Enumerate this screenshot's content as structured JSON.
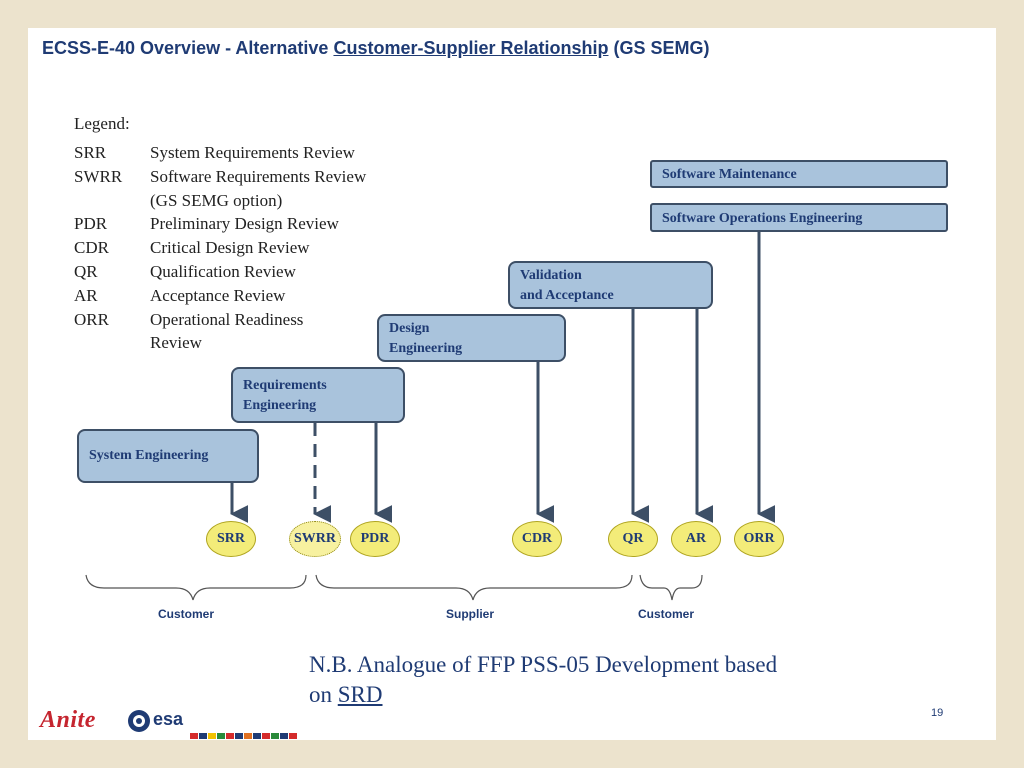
{
  "title": {
    "prefix": "ECSS-E-40 Overview - Alternative ",
    "underlined": "Customer-Supplier Relationship",
    "suffix": " (GS SEMG)"
  },
  "legend": {
    "heading": "Legend:",
    "rows": [
      {
        "abbr": "SRR",
        "text": "System Requirements Review"
      },
      {
        "abbr": "SWRR",
        "text": "Software Requirements Review"
      },
      {
        "abbr": "",
        "text": "(GS SEMG option)"
      },
      {
        "abbr": "PDR",
        "text": "Preliminary Design Review"
      },
      {
        "abbr": "CDR",
        "text": "Critical Design Review"
      },
      {
        "abbr": "QR",
        "text": "Qualification Review"
      },
      {
        "abbr": "AR",
        "text": "Acceptance Review"
      },
      {
        "abbr": "ORR",
        "text": "Operational Readiness"
      },
      {
        "abbr": "",
        "text": "Review"
      }
    ]
  },
  "processes": {
    "maintenance": "Software Maintenance",
    "operations": "Software Operations Engineering",
    "validation": [
      "Validation",
      "and Acceptance"
    ],
    "design": [
      "Design",
      "Engineering"
    ],
    "requirements": [
      "Requirements",
      "Engineering"
    ],
    "system": "System Engineering"
  },
  "reviews": {
    "srr": "SRR",
    "swrr": "SWRR",
    "pdr": "PDR",
    "cdr": "CDR",
    "qr": "QR",
    "ar": "AR",
    "orr": "ORR"
  },
  "braces": {
    "customer_left": "Customer",
    "supplier": "Supplier",
    "customer_right": "Customer"
  },
  "note": {
    "line1": "N.B. Analogue of FFP PSS-05 Development based",
    "line2_prefix": "on ",
    "line2_link": "SRD"
  },
  "page_number": "19",
  "logos": {
    "anite": "Anite",
    "esa": "esa"
  },
  "colors": {
    "box_fill": "#a9c3dc",
    "node_fill": "#f3ec79",
    "title": "#1f3b74",
    "background": "#ece3cd"
  }
}
